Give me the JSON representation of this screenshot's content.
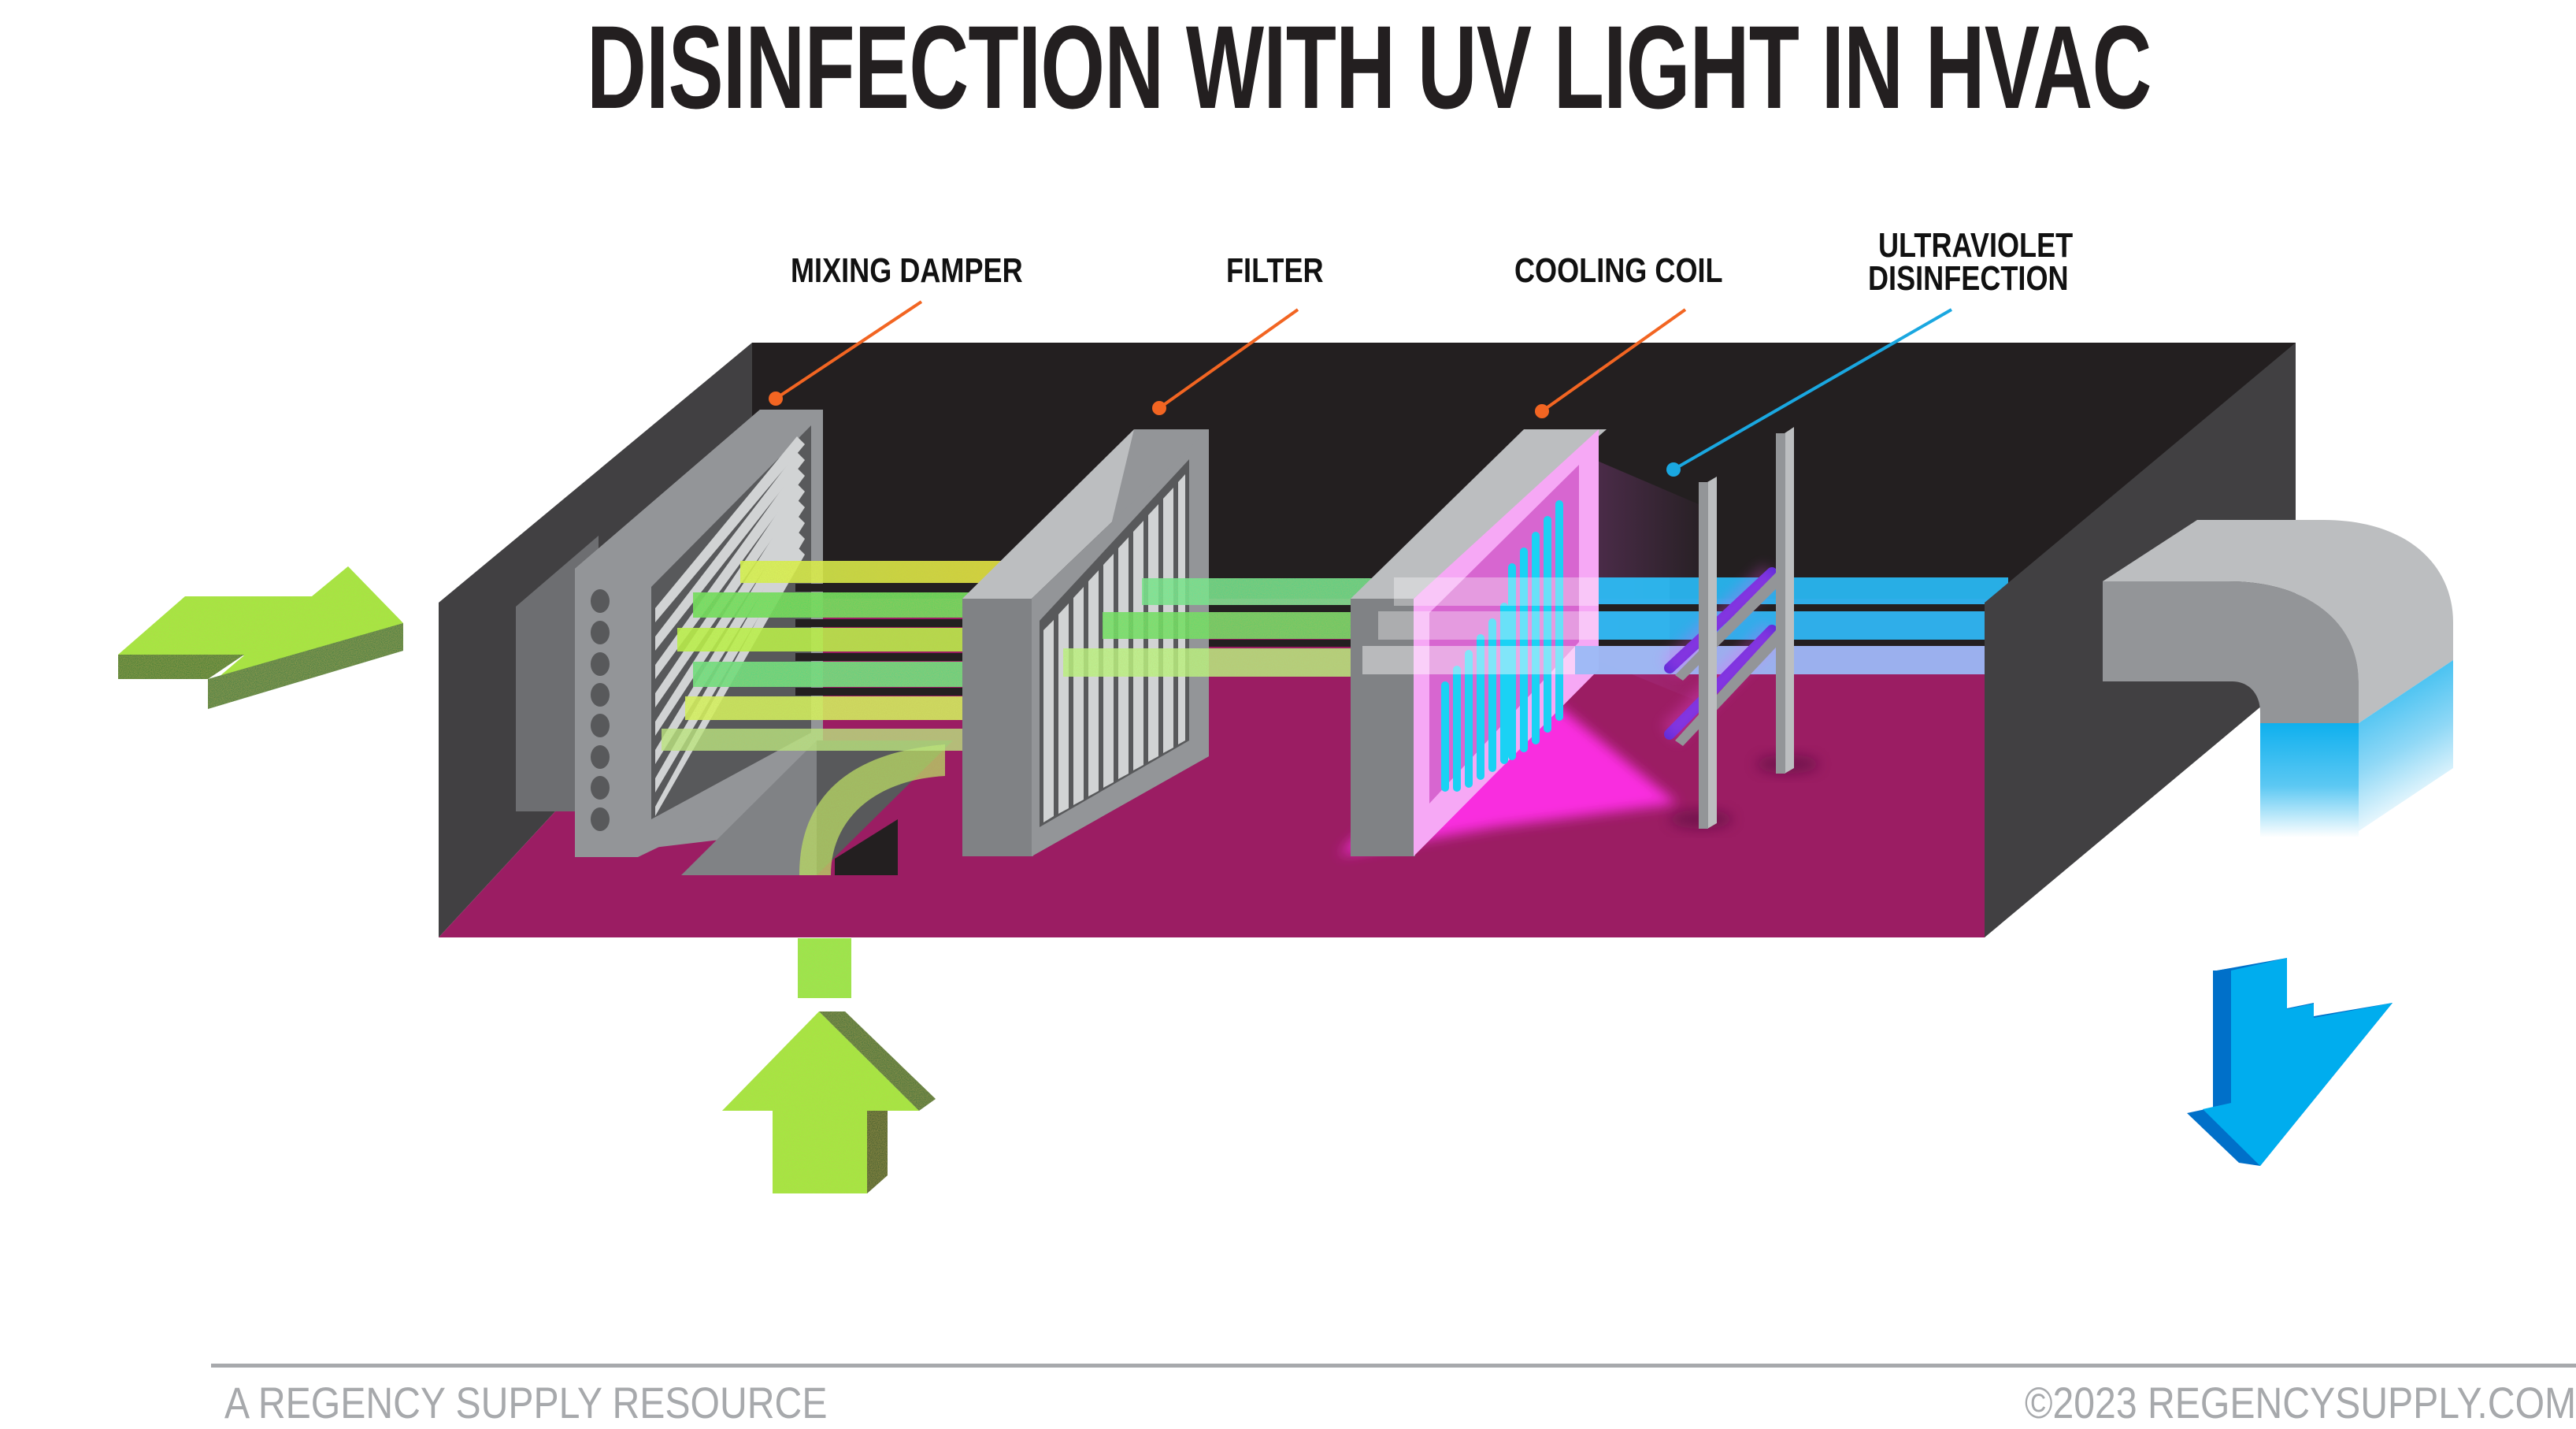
{
  "header": {
    "title": "DISINFECTION WITH UV LIGHT IN HVAC"
  },
  "components": [
    {
      "id": "mixing-damper",
      "label": "MIXING DAMPER",
      "leader_color": "#f26522"
    },
    {
      "id": "filter",
      "label": "FILTER",
      "leader_color": "#f26522"
    },
    {
      "id": "cooling-coil",
      "label": "COOLING COIL",
      "leader_color": "#f26522"
    },
    {
      "id": "uv-disinfection",
      "label_line1": "ULTRAVIOLET",
      "label_line2": "DISINFECTION",
      "leader_color": "#1aa7e0"
    }
  ],
  "airflow": {
    "outdoor_air_arrow": "right-arrow-green",
    "return_air_arrow": "up-arrow-green",
    "supply_air_arrow": "down-arrow-blue"
  },
  "colors": {
    "title": "#231f20",
    "housing_back": "#231f20",
    "housing_side": "#414042",
    "floor": "#9b1d63",
    "frame_light": "#bcbec0",
    "frame_mid": "#939598",
    "frame_dark": "#808285",
    "dirty_air": "#8dff3a",
    "clean_air": "#29b6f0",
    "uv_glow": "#ff2ee6",
    "leader_orange": "#f26522",
    "leader_blue": "#1aa7e0",
    "footer": "#a7a9ac"
  },
  "footer": {
    "left": "A REGENCY SUPPLY RESOURCE",
    "right": "©2023 REGENCYSUPPLY.COM"
  }
}
